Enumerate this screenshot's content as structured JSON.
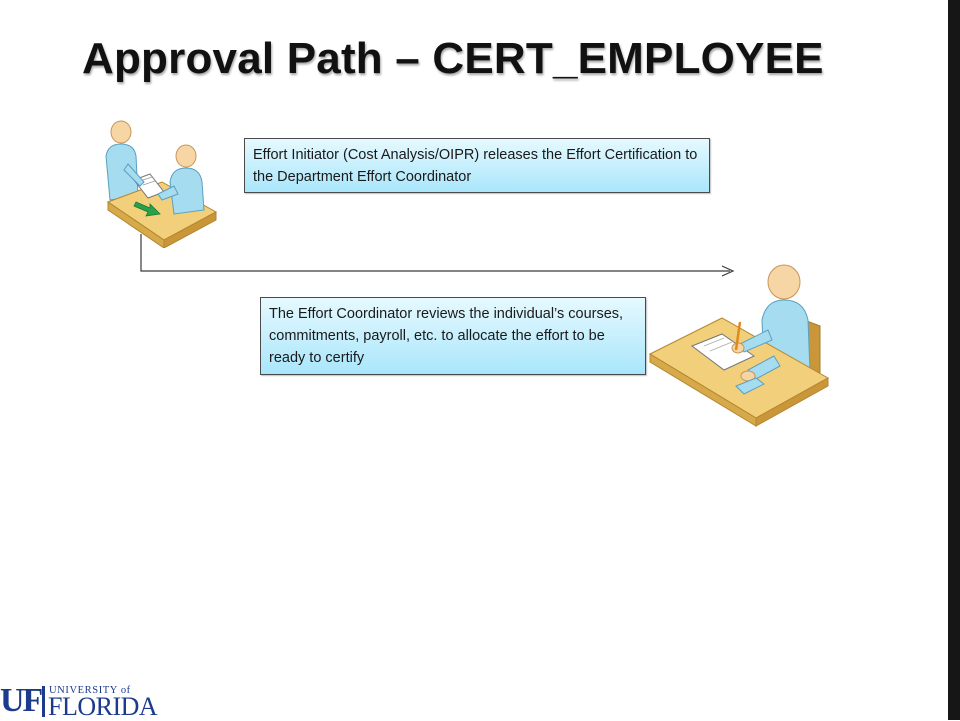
{
  "slide": {
    "title": "Approval Path – CERT_EMPLOYEE"
  },
  "steps": [
    {
      "text": "Effort Initiator (Cost Analysis/OIPR) releases the Effort Certification to the Department Effort Coordinator"
    },
    {
      "text": "The Effort Coordinator reviews the individual’s courses, commitments, payroll, etc. to allocate the effort to be ready to certify"
    }
  ],
  "logo": {
    "mark": "UF",
    "line1": "UNIVERSITY of",
    "line2": "FLORIDA"
  },
  "colors": {
    "accent_blue": "#1c3b8c",
    "callout_fill": "#a9e6fb",
    "desk": "#f2cf7a",
    "person": "#a6dcef",
    "skin": "#f7d6a5",
    "arrow_green": "#27a24a"
  },
  "icons": [
    "handoff-people-icon",
    "desk-writer-icon",
    "uf-logo-icon"
  ]
}
